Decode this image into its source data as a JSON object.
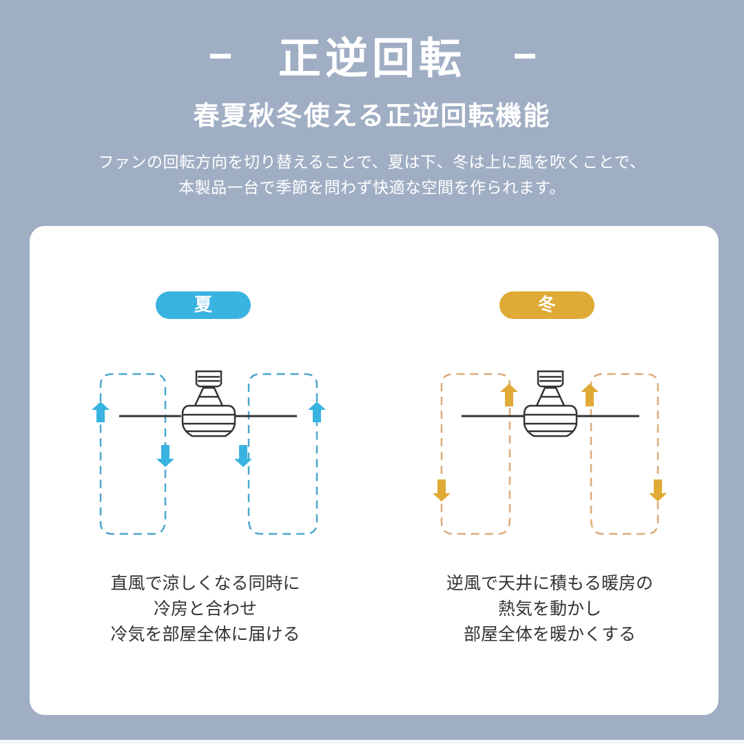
{
  "header": {
    "title": "正逆回転",
    "dash_left": "-",
    "dash_right": "-",
    "subtitle": "春夏秋冬使える正逆回転機能",
    "description_lines": [
      "ファンの回転方向を切り替えることで、夏は下、冬は上に風を吹くことで、",
      "本製品一台で季節を問わず快適な空間を作られます。"
    ]
  },
  "colors": {
    "background": "#a0aec4",
    "card": "#ffffff",
    "summer_accent": "#39b3e0",
    "winter_accent": "#e0aa36",
    "summer_dash": "#4aa6cc",
    "winter_dash": "#dcaa78",
    "caption_text": "#333333"
  },
  "modes": [
    {
      "label": "夏",
      "icon": "summer-airflow-down-diagram",
      "caption_lines": [
        "直風で涼しくなる同時に",
        "冷房と合わせ",
        "冷気を部屋全体に届ける"
      ]
    },
    {
      "label": "冬",
      "icon": "winter-airflow-up-diagram",
      "caption_lines": [
        "逆風で天井に積もる暖房の",
        "熱気を動かし",
        "部屋全体を暖かくする"
      ]
    }
  ]
}
